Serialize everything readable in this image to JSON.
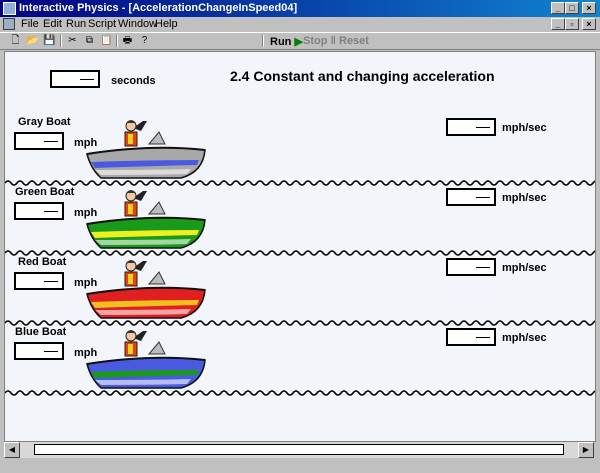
{
  "window": {
    "title": "Interactive Physics - [AccelerationChangeInSpeed04]"
  },
  "menu": [
    "File",
    "Edit",
    "Run",
    "Script",
    "Window",
    "Help"
  ],
  "toolbar": {
    "run": "Run",
    "stop": "Stop",
    "reset": "Reset"
  },
  "canvas": {
    "heading": "2.4 Constant and changing acceleration",
    "time_unit": "seconds",
    "boats": [
      {
        "name": "Gray Boat",
        "speed_unit": "mph",
        "accel_unit": "mph/sec",
        "hull_color": "#a8a8a8",
        "stripe_color": "#4a5ae0"
      },
      {
        "name": "Green Boat",
        "speed_unit": "mph",
        "accel_unit": "mph/sec",
        "hull_color": "#1a9a1a",
        "stripe_color": "#f0f020"
      },
      {
        "name": "Red Boat",
        "speed_unit": "mph",
        "accel_unit": "mph/sec",
        "hull_color": "#e02020",
        "stripe_color": "#f0c020"
      },
      {
        "name": "Blue Boat",
        "speed_unit": "mph",
        "accel_unit": "mph/sec",
        "hull_color": "#4a5ae0",
        "stripe_color": "#1a9a1a"
      }
    ]
  }
}
